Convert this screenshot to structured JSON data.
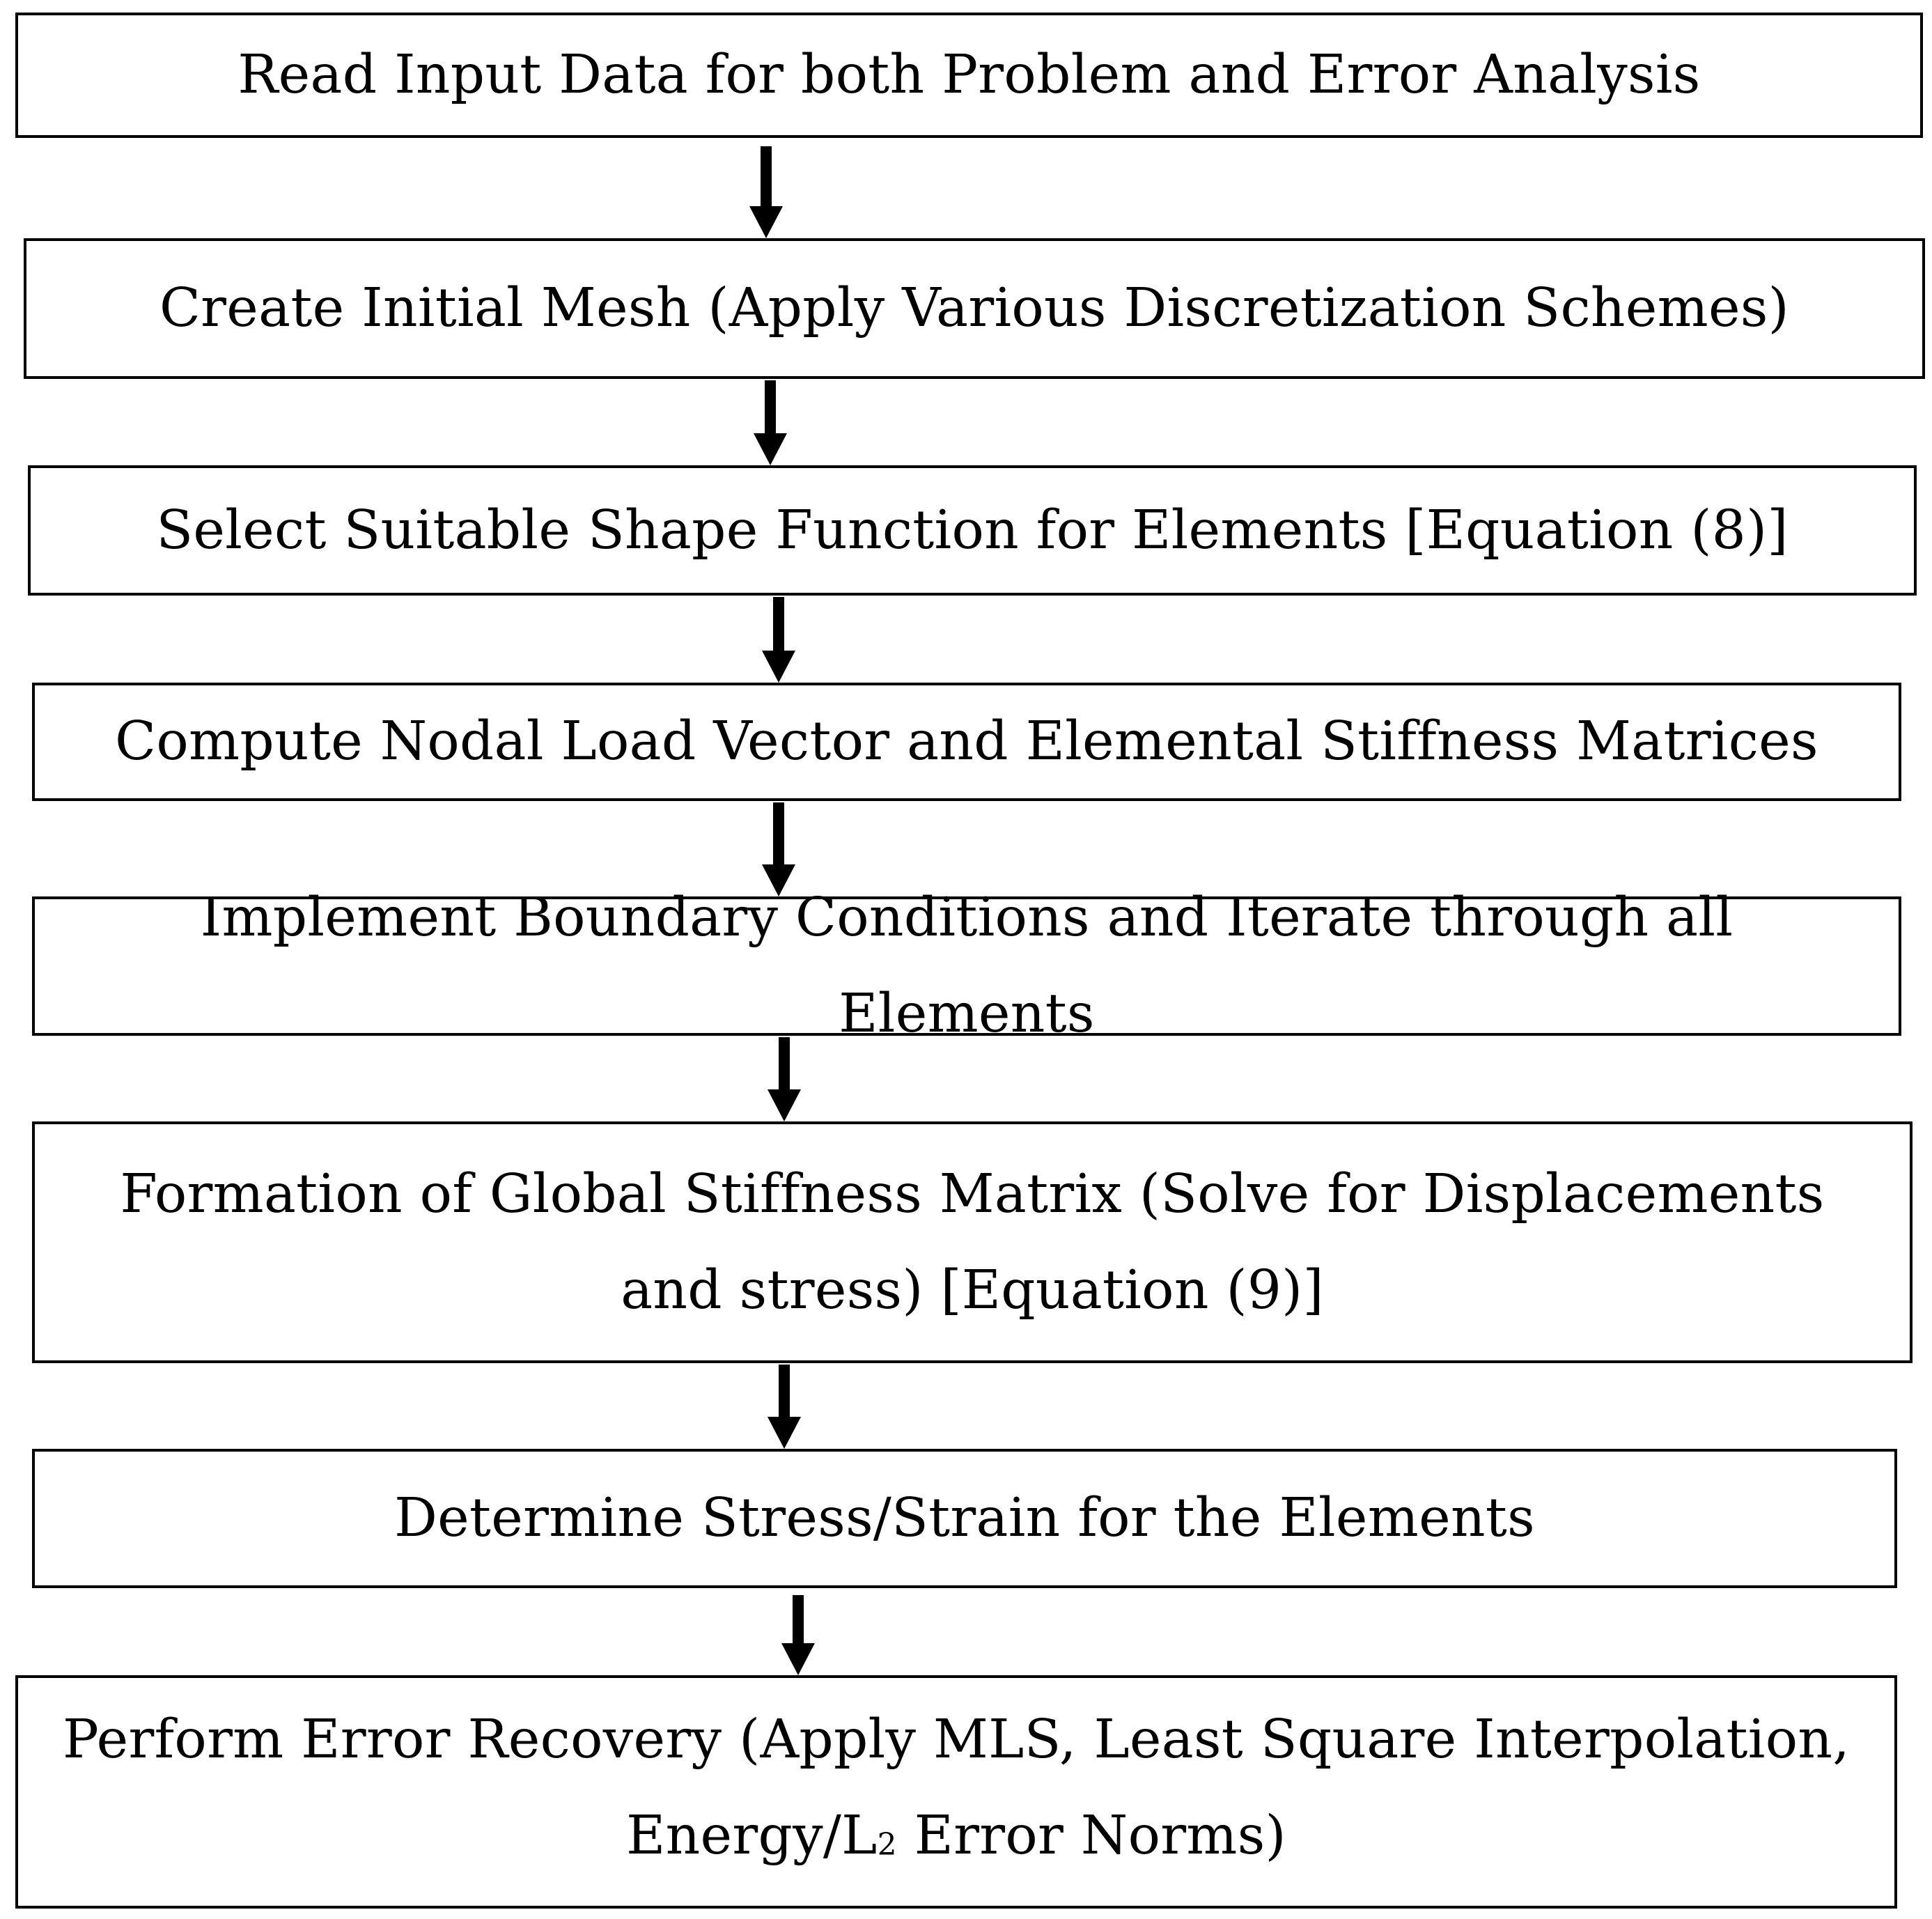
{
  "flowchart": {
    "steps": [
      {
        "label": "Read Input Data for both Problem and Error Analysis"
      },
      {
        "label": "Create Initial Mesh (Apply Various Discretization Schemes)"
      },
      {
        "label": "Select Suitable Shape Function for Elements [Equation (8)]"
      },
      {
        "label": "Compute Nodal Load Vector and Elemental Stiffness Matrices"
      },
      {
        "label": "Implement Boundary Conditions and Iterate through all Elements"
      },
      {
        "label": "Formation of Global Stiffness Matrix (Solve for Displacements and stress) [Equation (9)]"
      },
      {
        "label": "Determine Stress/Strain for the Elements"
      },
      {
        "label_before_subscript": "Perform Error Recovery (Apply MLS, Least Square Interpolation, Energy/L",
        "subscript": "2",
        "label_after_subscript": " Error Norms)"
      }
    ],
    "connectors": [
      {
        "from": 1,
        "to": 2
      },
      {
        "from": 2,
        "to": 3
      },
      {
        "from": 3,
        "to": 4
      },
      {
        "from": 4,
        "to": 5
      },
      {
        "from": 5,
        "to": 6
      },
      {
        "from": 6,
        "to": 7
      },
      {
        "from": 7,
        "to": 8
      }
    ]
  }
}
